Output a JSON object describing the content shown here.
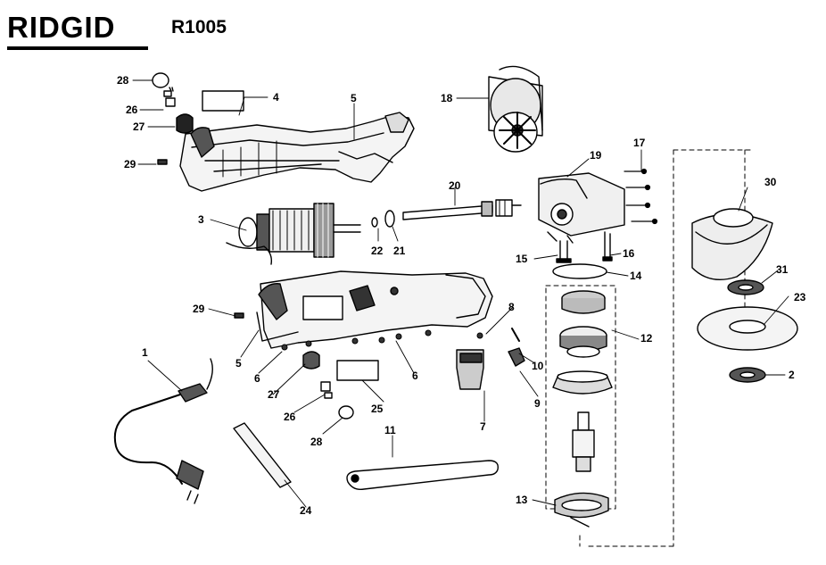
{
  "header": {
    "brand": "RIDGID",
    "model": "R1005"
  },
  "callouts": {
    "c1": "1",
    "c2": "2",
    "c3": "3",
    "c4": "4",
    "c5a": "5",
    "c5b": "5",
    "c6a": "6",
    "c6b": "6",
    "c7": "7",
    "c8": "8",
    "c9": "9",
    "c10": "10",
    "c11": "11",
    "c12": "12",
    "c13": "13",
    "c14": "14",
    "c15": "15",
    "c16": "16",
    "c17": "17",
    "c18": "18",
    "c19": "19",
    "c20": "20",
    "c21": "21",
    "c22": "22",
    "c23": "23",
    "c24": "24",
    "c25": "25",
    "c26a": "26",
    "c26b": "26",
    "c27a": "27",
    "c27b": "27",
    "c28a": "28",
    "c28b": "28",
    "c29a": "29",
    "c29b": "29",
    "c30": "30",
    "c31": "31"
  }
}
